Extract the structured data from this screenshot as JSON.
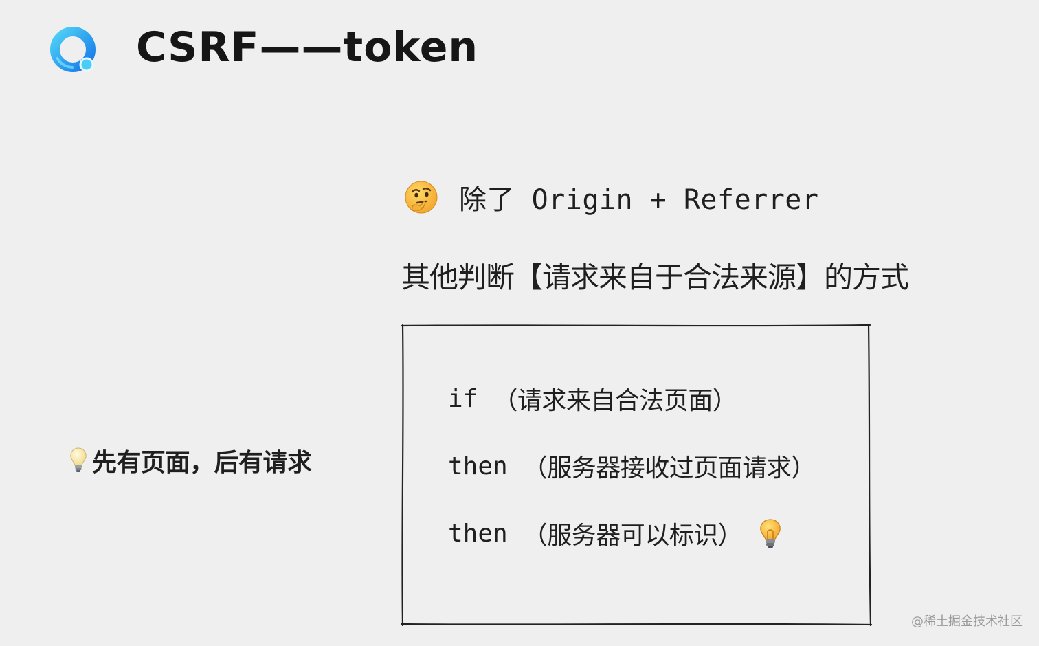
{
  "header": {
    "logo_icon": "q-ring-logo-icon",
    "title": "CSRF——token"
  },
  "question": {
    "emoji_icon": "thinking-face-icon",
    "text": "除了 Origin + Referrer"
  },
  "subtitle": "其他判断【请求来自于合法来源】的方式",
  "code_box": {
    "lines": [
      {
        "keyword": "if",
        "condition": "（请求来自合法页面）"
      },
      {
        "keyword": "then",
        "condition": "（服务器接收过页面请求）"
      },
      {
        "keyword": "then",
        "condition": "（服务器可以标识）"
      }
    ],
    "trailing_icon": "light-bulb-icon"
  },
  "side_note": {
    "icon": "light-bulb-icon",
    "text": "先有页面，后有请求"
  },
  "watermark": "@稀土掘金技术社区",
  "colors": {
    "background": "#efefef",
    "logo_blue": "#1e9bf0",
    "logo_cyan": "#45d4f5",
    "text": "#1f1f1f",
    "emoji_yellow": "#f6b53a",
    "watermark": "#9a9a9a"
  }
}
